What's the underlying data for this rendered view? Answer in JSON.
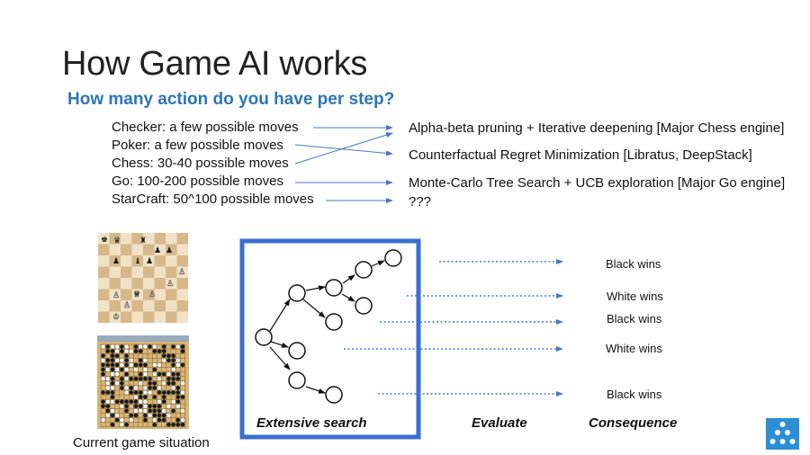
{
  "title": "How Game AI works",
  "subtitle": "How many action do you have per step?",
  "games": [
    "Checker: a few possible moves",
    "Poker: a few possible moves",
    "Chess: 30-40 possible moves",
    "Go: 100-200 possible moves",
    "StarCraft: 50^100 possible moves"
  ],
  "algorithms": [
    "Alpha-beta pruning + Iterative deepening [Major Chess engine]",
    "Counterfactual Regret Minimization [Libratus, DeepStack]",
    "Monte-Carlo Tree Search + UCB exploration [Major Go engine]",
    "???"
  ],
  "outcomes": [
    "Black wins",
    "White wins",
    "Black wins",
    "White wins",
    "Black wins"
  ],
  "captions": {
    "current": "Current game situation",
    "search": "Extensive search",
    "evaluate": "Evaluate",
    "consequence": "Consequence"
  },
  "colors": {
    "accent": "#2e75b6",
    "box": "#3a6fd0",
    "dotted": "#4a78c0",
    "logo": "#2b8fd6"
  },
  "icons": {
    "logo": "triangle-nodes-logo",
    "chess": "chess-board-image",
    "go": "go-board-image"
  }
}
